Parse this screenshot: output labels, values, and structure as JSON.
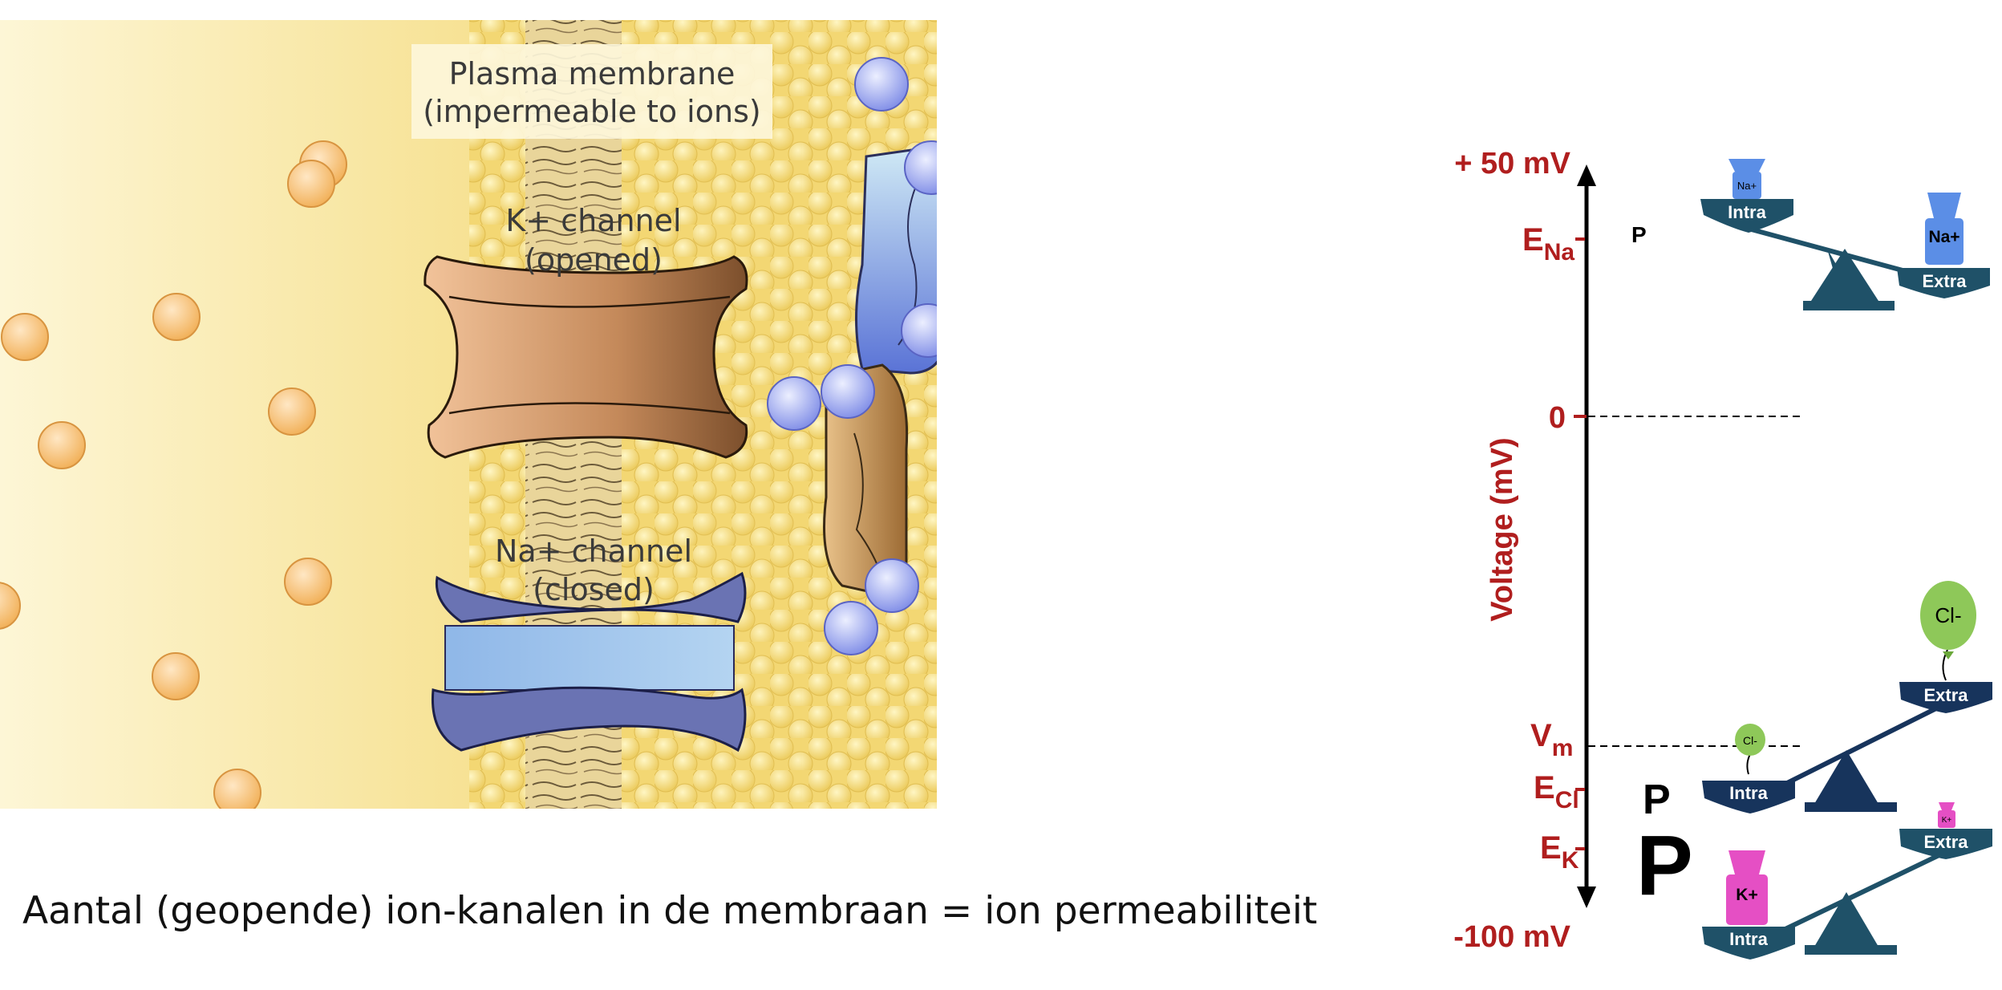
{
  "membrane_panel": {
    "plasma_label_1": "Plasma membrane",
    "plasma_label_2": "(impermeable to ions)",
    "k_channel_label_1": "K+ channel",
    "k_channel_label_2": "(opened)",
    "na_channel_label_1": "Na+ channel",
    "na_channel_label_2": "(closed)"
  },
  "caption": "Aantal (geopende) ion-kanalen in de membraan = ion permeabiliteit",
  "voltage_axis": {
    "title": "Voltage (mV)",
    "top_label": "+ 50 mV",
    "bottom_label": "-100 mV",
    "zero_label": "0",
    "e_na": {
      "main": "E",
      "sub": "Na"
    },
    "e_cl": {
      "main": "E",
      "sub": "Cl"
    },
    "e_k": {
      "main": "E",
      "sub": "K"
    },
    "v_m": {
      "main": "V",
      "sub": "m"
    },
    "p_small_na": "P",
    "p_medium_cl": "P",
    "p_large_k": "P"
  },
  "balances": {
    "intra_label": "Intra",
    "extra_label": "Extra",
    "na_small": "Na+",
    "na_large": "Na+",
    "cl_small": "Cl-",
    "cl_large": "Cl-",
    "k_small": "K+",
    "k_large": "K+"
  },
  "colors": {
    "axis_red": "#b01e1e",
    "balance_teal": "#1f5168",
    "balance_navy": "#17345c",
    "na_blue": "#5b8ee6",
    "cl_green": "#8ec859",
    "k_pink": "#e54fc4",
    "k_channel_brown": "#8a5a34",
    "na_channel_purple": "#6a73b3"
  }
}
